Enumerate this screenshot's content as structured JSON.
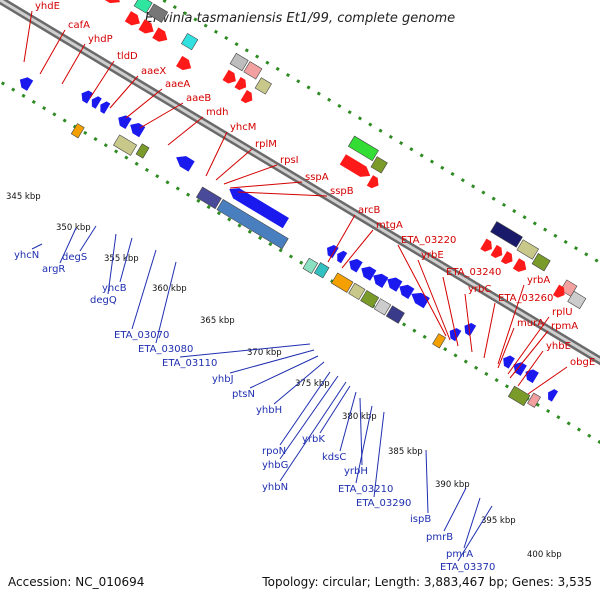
{
  "title": "Erwinia tasmaniensis Et1/99, complete genome",
  "accession": "Accession: NC_010694",
  "summary": "Topology: circular; Length: 3,883,467 bp; Genes: 3,535",
  "colors": {
    "red_label": "#d40000",
    "blue_label": "#1f2fb0",
    "forward_gene": "#ff1a1a",
    "reverse_gene": "#1a1aee",
    "backbone": "#8c8c8c",
    "ticks": "#2e8b22"
  },
  "kbp_labels": [
    "345 kbp",
    "350 kbp",
    "355 kbp",
    "360 kbp",
    "365 kbp",
    "370 kbp",
    "375 kbp",
    "380 kbp",
    "385 kbp",
    "390 kbp",
    "395 kbp",
    "400 kbp"
  ],
  "red_genes": [
    "yhdE",
    "cafA",
    "yhdP",
    "tldD",
    "aaeX",
    "aaeA",
    "aaeB",
    "mdh",
    "yhcM",
    "rplM",
    "rpsI",
    "sspA",
    "sspB",
    "arcB",
    "mtgA",
    "ETA_03220",
    "yrbE",
    "ETA_03240",
    "yrbC",
    "yrbA",
    "ETA_03260",
    "rplU",
    "murA",
    "rpmA",
    "yhbE",
    "obgE"
  ],
  "blue_genes": [
    "yhcN",
    "argR",
    "degS",
    "degQ",
    "yhcB",
    "ETA_03070",
    "ETA_03080",
    "ETA_03110",
    "yhbJ",
    "ptsN",
    "yhbH",
    "rpoN",
    "yhbG",
    "yhbN",
    "yrbK",
    "kdsC",
    "yrbH",
    "ETA_03210",
    "ETA_03290",
    "ispB",
    "pmrB",
    "pmrA",
    "ETA_03370"
  ]
}
